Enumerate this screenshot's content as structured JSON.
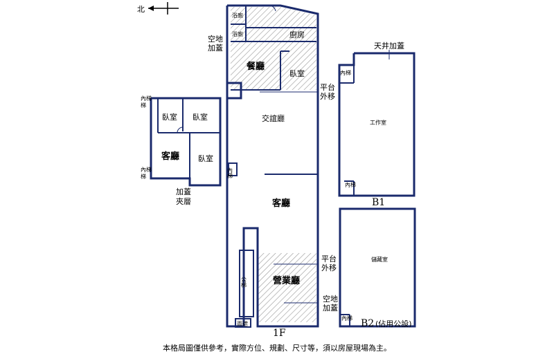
{
  "compass": {
    "north": "北"
  },
  "floor_1f": {
    "label": "1F",
    "rooms": {
      "bath1": "浴廁",
      "bath2": "浴廁",
      "kitchen": "廚房",
      "dining": "餐廳",
      "bedroom_kitchen": "臥室",
      "social_hall": "交誼廳",
      "living": "客廳",
      "business_hall": "營業廳",
      "public_stairs": "公梯",
      "rain_shelter": "雨遮",
      "inner_stairs": "內梯"
    },
    "annotations": {
      "vacant_top": "空地\n加蓋",
      "platform_top": "平台\n外移",
      "platform_bottom": "平台\n外移",
      "vacant_bottom": "空地\n加蓋"
    }
  },
  "mezzanine": {
    "label": "加蓋\n夾層",
    "rooms": {
      "bedroom1": "臥室",
      "bedroom2": "臥室",
      "living": "客廳",
      "bedroom3": "臥室",
      "inner_stairs_top": "內梯",
      "inner_stairs_bottom": "內梯"
    }
  },
  "floor_b1": {
    "label": "B1",
    "annotation": "天井加蓋",
    "rooms": {
      "workshop": "工作室",
      "inner_stairs_top": "內梯",
      "inner_stairs_bottom": "內梯"
    }
  },
  "floor_b2": {
    "label": "B2",
    "label_note": "(佔用公設)",
    "rooms": {
      "storage": "儲藏室",
      "inner_stairs": "內梯"
    }
  },
  "footer": {
    "disclaimer": "本格局圖僅供參考，實際方位、規劃、尺寸等，須以房屋現場為主。"
  }
}
